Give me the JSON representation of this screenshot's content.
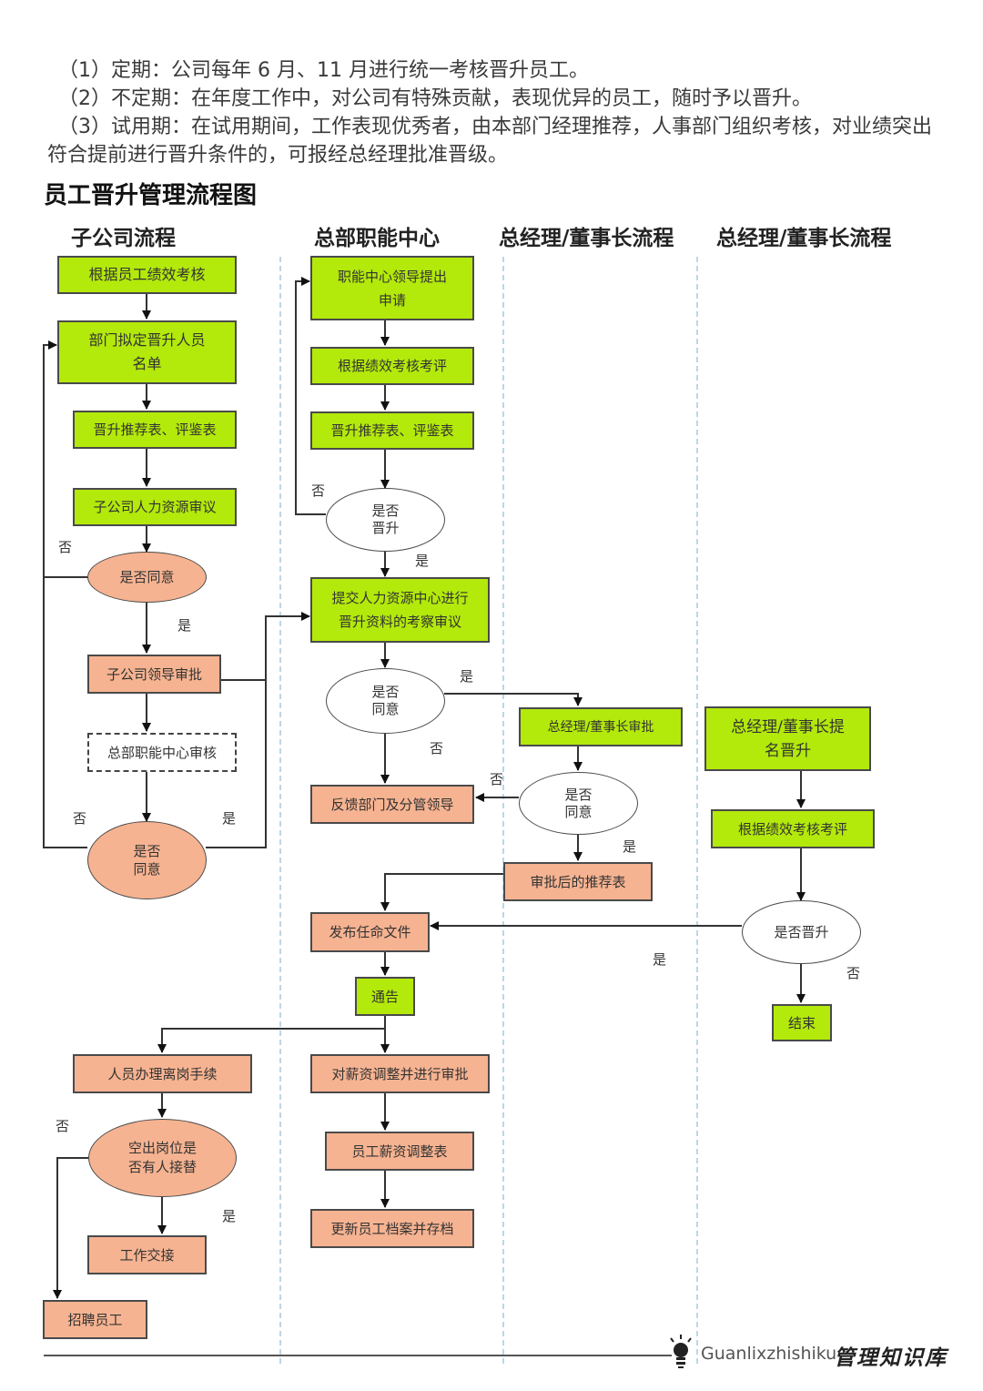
{
  "intro": {
    "line1": "（1）定期：公司每年 6 月、11 月进行统一考核晋升员工。",
    "line2": "（2）不定期：在年度工作中，对公司有特殊贡献，表现优异的员工，随时予以晋升。",
    "line3": "（3）试用期：在试用期间，工作表现优秀者，由本部门经理推荐，人事部门组织考核，对业绩突出符合提前进行晋升条件的，可报经总经理批准晋级。"
  },
  "title": "员工晋升管理流程图",
  "lanes": [
    "子公司流程",
    "总部职能中心",
    "总经理/董事长流程",
    "总经理/董事长流程"
  ],
  "nodes": {
    "n1": "根据员工绩效考核",
    "n2": "部门拟定晋升人员\n名单",
    "n3": "晋升推荐表、评鉴表",
    "n4": "子公司人力资源审议",
    "n5": "是否同意",
    "n6": "子公司领导审批",
    "n7": "总部职能中心审核",
    "n8": "是否\n同意",
    "h1": "职能中心领导提出\n申请",
    "h2": "根据绩效考核考评",
    "h3": "晋升推荐表、评鉴表",
    "h4": "是否\n晋升",
    "h5": "提交人力资源中心进行\n晋升资料的考察审议",
    "h6": "是否\n同意",
    "h7": "反馈部门及分管领导",
    "h8": "发布任命文件",
    "h9": "通告",
    "h10": "对薪资调整并进行审批",
    "h11": "员工薪资调整表",
    "h12": "更新员工档案并存档",
    "s1": "人员办理离岗手续",
    "s2": "空出岗位是\n否有人接替",
    "s3": "工作交接",
    "s4": "招聘员工",
    "g1": "总经理/董事长审批",
    "g2": "是否\n同意",
    "g3": "审批后的推荐表",
    "c1": "总经理/董事长提\n名晋升",
    "c2": "根据绩效考核考评",
    "c3": "是否晋升",
    "c4": "结束"
  },
  "labels": {
    "yes": "是",
    "no": "否"
  },
  "footer": {
    "brand": "Guanlixzhishiku",
    "brand_cn": "管理知识库",
    "icon": "lightbulb-icon"
  },
  "colors": {
    "green": "#b3e90b",
    "orange": "#f6b391",
    "lane_divider": "#a9c8dc"
  }
}
